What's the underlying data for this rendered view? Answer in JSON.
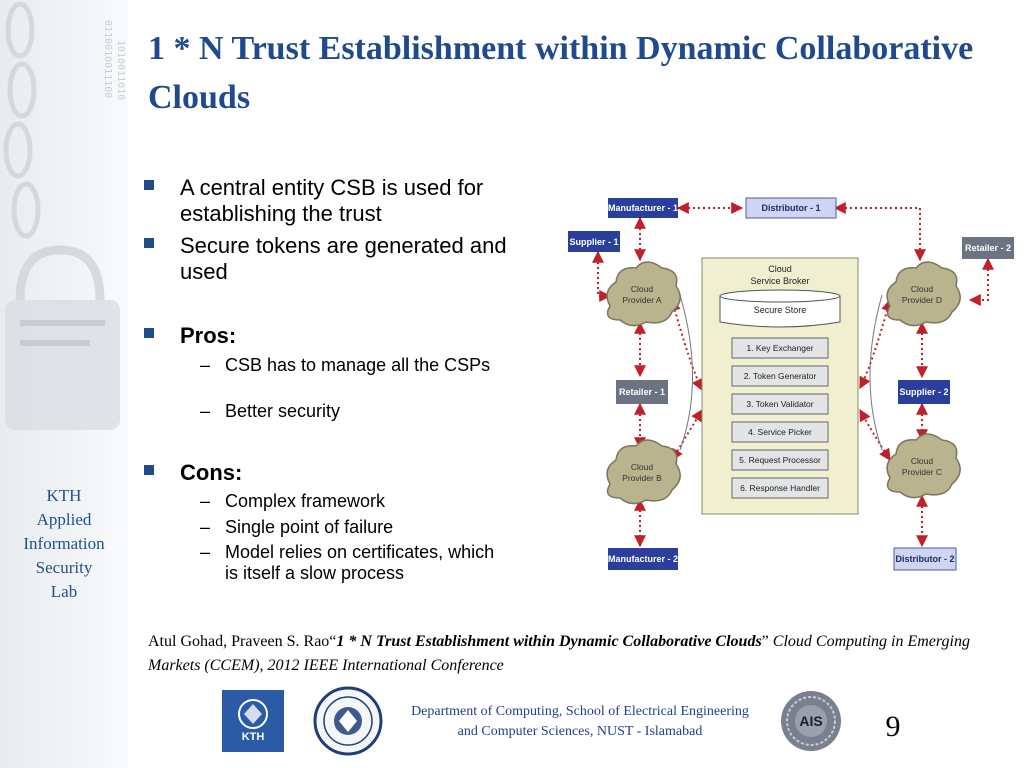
{
  "slide": {
    "title": "1 * N Trust Establishment within Dynamic Collaborative Clouds",
    "sidebar_label": [
      "KTH",
      "Applied",
      "Information",
      "Security",
      "Lab"
    ],
    "bullets": [
      {
        "text": "A central entity CSB is used for establishing the trust"
      },
      {
        "text": "Secure tokens are generated and used"
      },
      {
        "text": "Pros:",
        "bold": true,
        "subitems": [
          "CSB has to manage all the CSPs",
          "Better security"
        ]
      },
      {
        "text": "Cons:",
        "bold": true,
        "subitems": [
          "Complex framework",
          "Single point of failure",
          "Model relies on certificates, which is itself a slow process"
        ]
      }
    ],
    "citation": {
      "authors": "Atul Gohad, Praveen S. Rao“",
      "paper_title": "1 * N Trust Establishment within Dynamic Collaborative Clouds",
      "close_quote": "”",
      "venue": " Cloud Computing in Emerging Markets (CCEM), 2012 IEEE International Conference"
    },
    "footer": {
      "department": "Department of Computing, School of Electrical Engineering and Computer Sciences, NUST - Islamabad",
      "page_number": "9",
      "logos": [
        "KTH",
        "AIS"
      ]
    }
  },
  "diagram": {
    "entities": {
      "manufacturer1": "Manufacturer - 1",
      "distributor1": "Distributor - 1",
      "supplier1": "Supplier - 1",
      "retailer2": "Retailer - 2",
      "retailer1": "Retailer - 1",
      "supplier2": "Supplier - 2",
      "manufacturer2": "Manufacturer - 2",
      "distributor2": "Distributor - 2"
    },
    "clouds": {
      "providerA": [
        "Cloud",
        "Provider A"
      ],
      "providerD": [
        "Cloud",
        "Provider D"
      ],
      "providerB": [
        "Cloud",
        "Provider B"
      ],
      "providerC": [
        "Cloud",
        "Provider C"
      ]
    },
    "broker": {
      "title": [
        "Cloud",
        "Service Broker"
      ],
      "store": "Secure Store",
      "modules": [
        "1. Key Exchanger",
        "2. Token Generator",
        "3. Token Validator",
        "4. Service Picker",
        "5. Request Processor",
        "6. Response Handler"
      ]
    },
    "colors": {
      "entity_blue": "#2a3f9c",
      "entity_gray": "#6c7382",
      "cloud": "#b9b48d",
      "broker_bg": "#f0efcf",
      "arrow": "#c0202a"
    }
  }
}
